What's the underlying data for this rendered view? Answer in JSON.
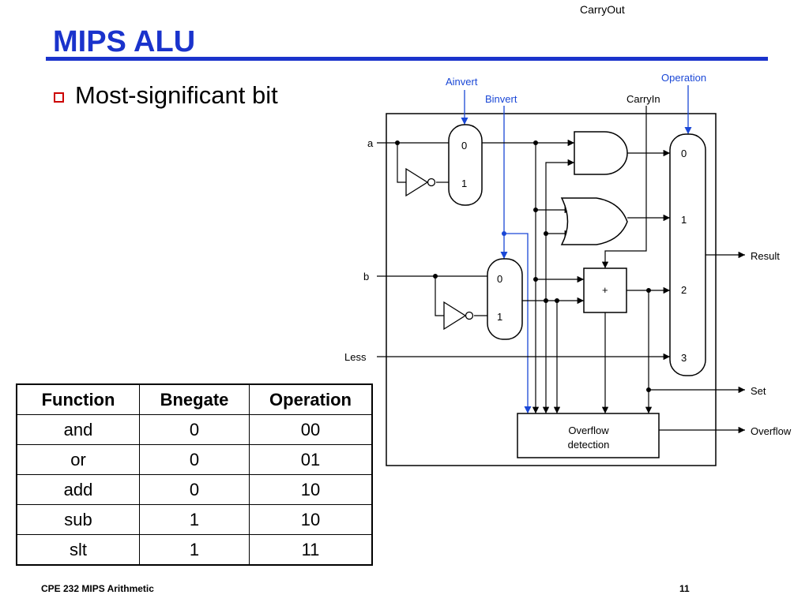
{
  "slide": {
    "title": "MIPS ALU",
    "bullet": "Most-significant bit",
    "footer_left": "CPE 232 MIPS Arithmetic",
    "page_number": "11",
    "accent_color": "#1a33cc",
    "bullet_color": "#cc0000"
  },
  "diagram": {
    "carryout_label": "CarryOut",
    "ainvert_label": "Ainvert",
    "binvert_label": "Binvert",
    "operation_label": "Operation",
    "carryin_label": "CarryIn",
    "input_a": "a",
    "input_b": "b",
    "input_less": "Less",
    "mux_a": [
      "0",
      "1"
    ],
    "mux_b": [
      "0",
      "1"
    ],
    "mux_op": [
      "0",
      "1",
      "2",
      "3"
    ],
    "adder_symbol": "+",
    "overflow_box": [
      "Overflow",
      "detection"
    ],
    "output_result": "Result",
    "output_set": "Set",
    "output_overflow": "Overflow",
    "control_color": "#1a47d6"
  },
  "table": {
    "headers": [
      "Function",
      "Bnegate",
      "Operation"
    ],
    "rows": [
      [
        "and",
        "0",
        "00"
      ],
      [
        "or",
        "0",
        "01"
      ],
      [
        "add",
        "0",
        "10"
      ],
      [
        "sub",
        "1",
        "10"
      ],
      [
        "slt",
        "1",
        "11"
      ]
    ]
  }
}
